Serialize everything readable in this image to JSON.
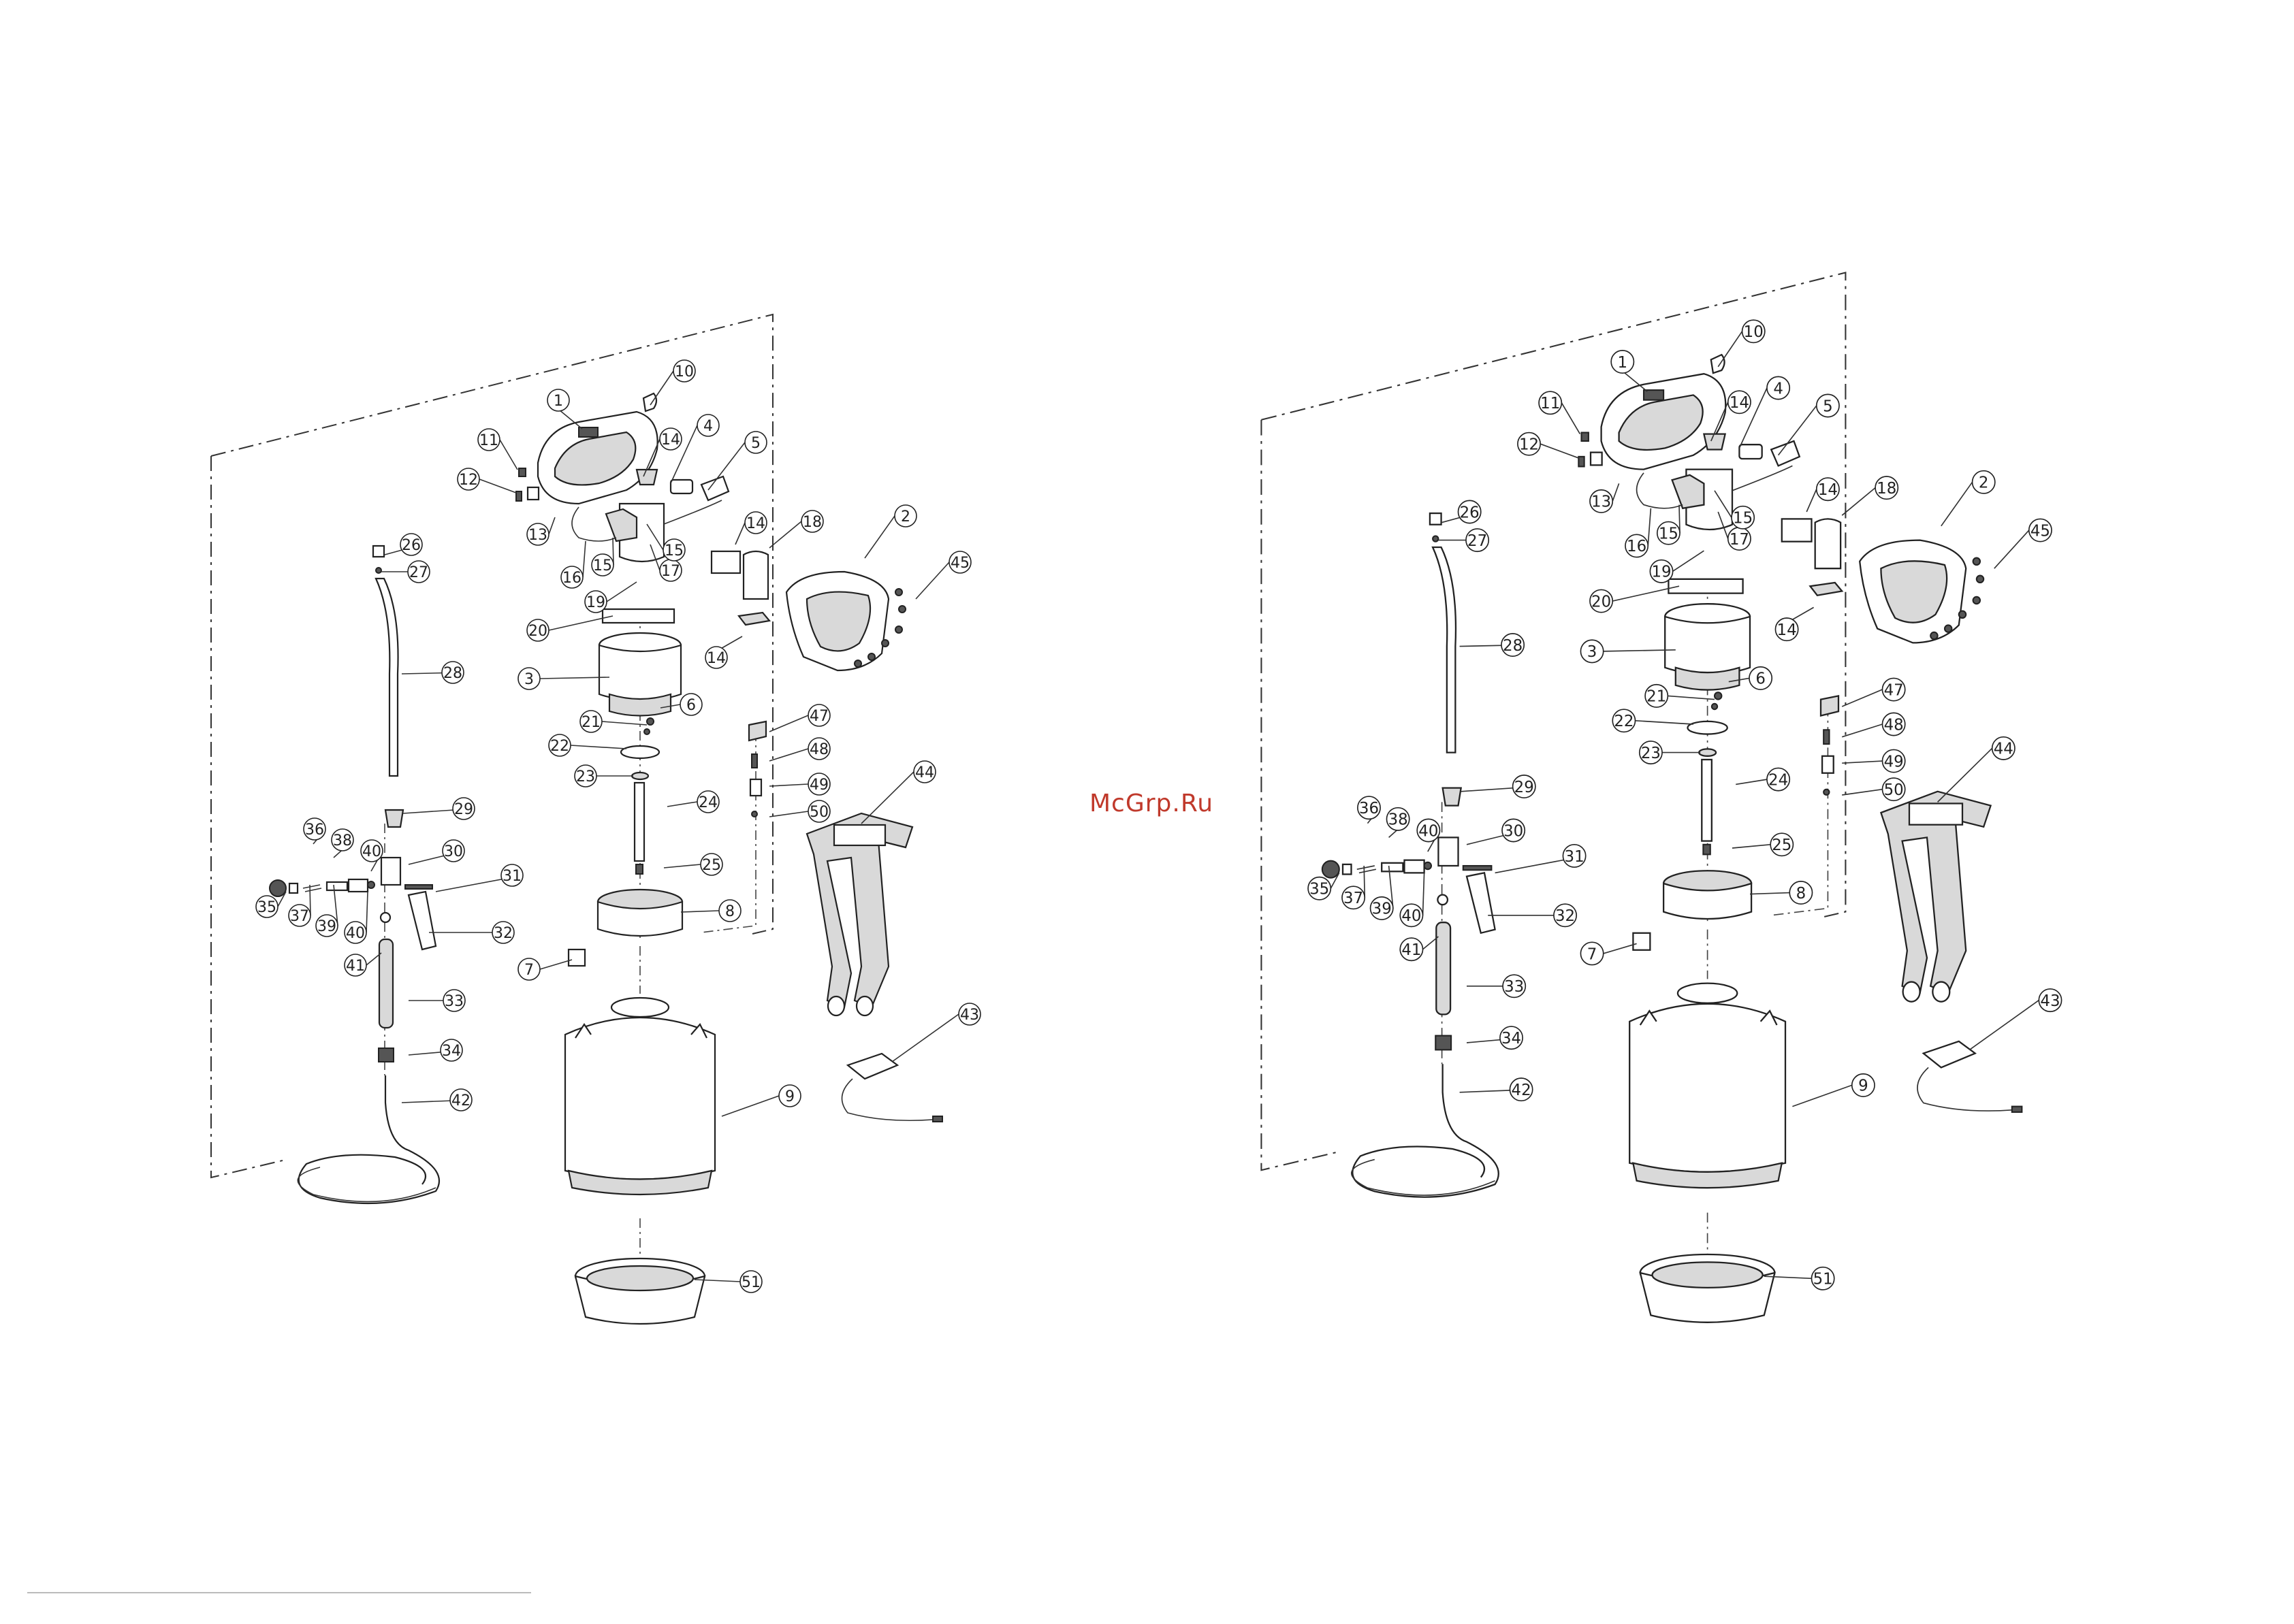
{
  "watermark": "McGrp.Ru",
  "diagram": {
    "callout_numbers": [
      "1",
      "2",
      "3",
      "4",
      "5",
      "6",
      "7",
      "8",
      "9",
      "10",
      "11",
      "12",
      "13",
      "14",
      "15",
      "16",
      "17",
      "18",
      "19",
      "20",
      "21",
      "22",
      "23",
      "24",
      "25",
      "26",
      "27",
      "28",
      "29",
      "30",
      "31",
      "32",
      "33",
      "34",
      "35",
      "36",
      "37",
      "38",
      "39",
      "40",
      "41",
      "42",
      "43",
      "44",
      "45",
      "47",
      "48",
      "49",
      "50",
      "51"
    ]
  }
}
